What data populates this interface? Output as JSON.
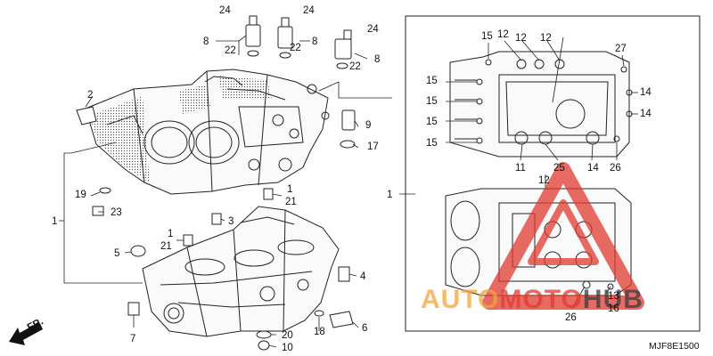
{
  "diagram": {
    "code": "MJF8E1500",
    "front_label": "FR.",
    "callouts_left": [
      {
        "id": "c24a",
        "text": "24"
      },
      {
        "id": "c24b",
        "text": "24"
      },
      {
        "id": "c24c",
        "text": "24"
      },
      {
        "id": "c8a",
        "text": "8"
      },
      {
        "id": "c8b",
        "text": "8"
      },
      {
        "id": "c8c",
        "text": "8"
      },
      {
        "id": "c22a",
        "text": "22"
      },
      {
        "id": "c22b",
        "text": "22"
      },
      {
        "id": "c22c",
        "text": "22"
      },
      {
        "id": "c2",
        "text": "2"
      },
      {
        "id": "c9",
        "text": "9"
      },
      {
        "id": "c17",
        "text": "17"
      },
      {
        "id": "c1a",
        "text": "1"
      },
      {
        "id": "c21a",
        "text": "21"
      },
      {
        "id": "c19",
        "text": "19"
      },
      {
        "id": "c23",
        "text": "23"
      },
      {
        "id": "c1left",
        "text": "1"
      },
      {
        "id": "c3",
        "text": "3"
      },
      {
        "id": "c1b",
        "text": "1"
      },
      {
        "id": "c21b",
        "text": "21"
      },
      {
        "id": "c5",
        "text": "5"
      },
      {
        "id": "c4",
        "text": "4"
      },
      {
        "id": "c7",
        "text": "7"
      },
      {
        "id": "c18",
        "text": "18"
      },
      {
        "id": "c6",
        "text": "6"
      },
      {
        "id": "c20",
        "text": "20"
      },
      {
        "id": "c10",
        "text": "10"
      }
    ],
    "callouts_right": [
      {
        "id": "r15a",
        "text": "15"
      },
      {
        "id": "r12a",
        "text": "12"
      },
      {
        "id": "r12b",
        "text": "12"
      },
      {
        "id": "r12c",
        "text": "12"
      },
      {
        "id": "r27",
        "text": "27"
      },
      {
        "id": "r15b",
        "text": "15"
      },
      {
        "id": "r15c",
        "text": "15"
      },
      {
        "id": "r15d",
        "text": "15"
      },
      {
        "id": "r15e",
        "text": "15"
      },
      {
        "id": "r14a",
        "text": "14"
      },
      {
        "id": "r14b",
        "text": "14"
      },
      {
        "id": "r11",
        "text": "11"
      },
      {
        "id": "r25",
        "text": "25"
      },
      {
        "id": "r14c",
        "text": "14"
      },
      {
        "id": "r26a",
        "text": "26"
      },
      {
        "id": "r12d",
        "text": "12"
      },
      {
        "id": "r1",
        "text": "1"
      },
      {
        "id": "r13",
        "text": "13"
      },
      {
        "id": "r16",
        "text": "16"
      },
      {
        "id": "r26b",
        "text": "26"
      }
    ]
  },
  "watermark": {
    "brand_part1": "AUTO",
    "brand_part2": "MOTO",
    "brand_part3": "HUB",
    "color_red": "#e03a2f",
    "color_orange": "#f2a33a",
    "color_grey": "#3c3c3c"
  }
}
